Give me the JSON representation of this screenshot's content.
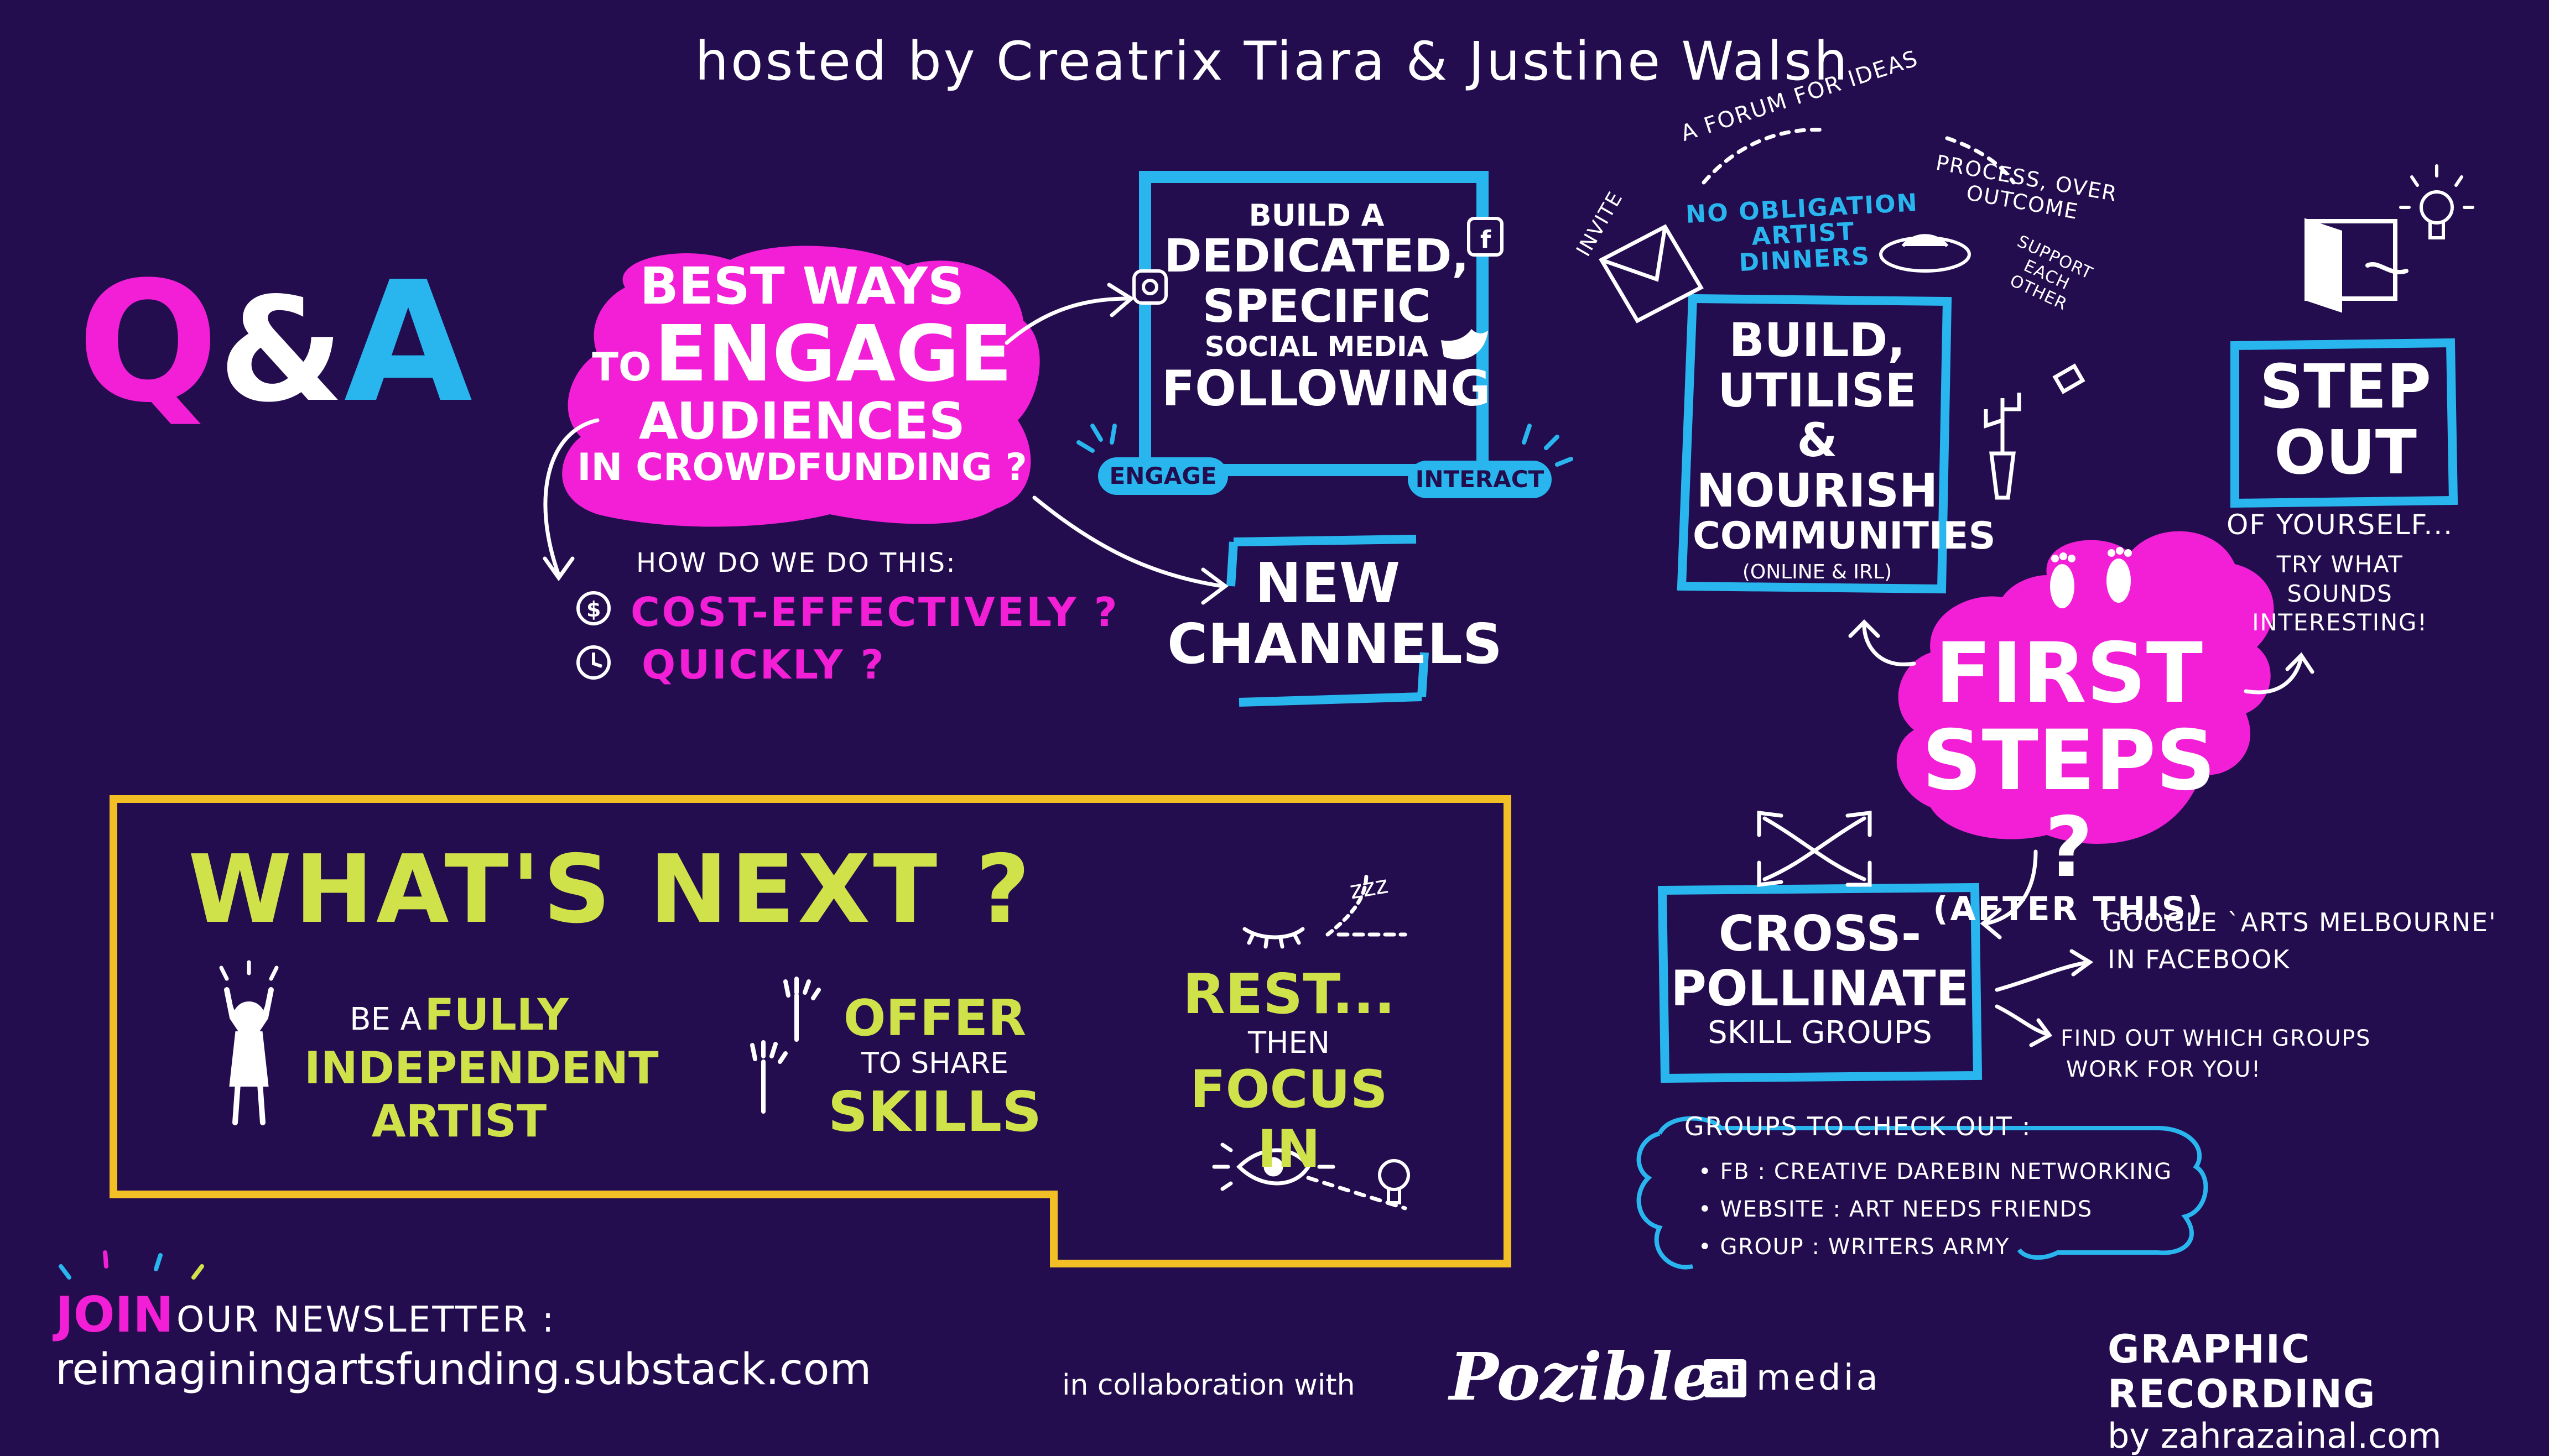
{
  "header": {
    "hosted": "hosted by Creatrix Tiara & Justine Walsh"
  },
  "qa": {
    "q": "Q",
    "amp": "&",
    "a": "A"
  },
  "engage_question": {
    "line1": "BEST WAYS",
    "line2_to": "TO",
    "line2_big": "ENGAGE",
    "line3": "AUDIENCES",
    "line4": "IN CROWDFUNDING ?"
  },
  "how": {
    "title": "HOW DO WE DO THIS:",
    "item1": "COST-EFFECTIVELY ?",
    "item2": "QUICKLY ?"
  },
  "social_box": {
    "line1": "BUILD A",
    "line2": "DEDICATED,",
    "line3": "SPECIFIC",
    "line4": "SOCIAL MEDIA",
    "line5": "FOLLOWING",
    "engage": "ENGAGE",
    "interact": "INTERACT"
  },
  "new_channels": {
    "line1": "NEW",
    "line2": "CHANNELS"
  },
  "community": {
    "forum": "A FORUM FOR IDEAS",
    "process": "PROCESS, OVER OUTCOME",
    "invite": "INVITE",
    "dinners_line1": "NO OBLIGATION",
    "dinners_line2": "ARTIST",
    "dinners_line3": "DINNERS",
    "support": "SUPPORT EACH OTHER",
    "box_line1": "BUILD,",
    "box_line2": "UTILISE &",
    "box_line3": "NOURISH",
    "box_line4": "COMMUNITIES",
    "box_line5": "(ONLINE & IRL)"
  },
  "step_out": {
    "line1": "STEP",
    "line2": "OUT",
    "line3": "OF YOURSELF...",
    "try1": "TRY WHAT",
    "try2": "SOUNDS",
    "try3": "INTERESTING!"
  },
  "first_steps": {
    "line1": "FIRST",
    "line2": "STEPS ?",
    "line3": "(AFTER THIS)"
  },
  "cross": {
    "line1": "CROSS-",
    "line2": "POLLINATE",
    "line3": "SKILL GROUPS",
    "google1": "GOOGLE `ARTS MELBOURNE'",
    "google2": "IN FACEBOOK",
    "find1": "FIND OUT WHICH GROUPS",
    "find2": "WORK FOR YOU!"
  },
  "groups": {
    "title": "GROUPS TO CHECK OUT :",
    "items": [
      "FB : CREATIVE DAREBIN NETWORKING",
      "WEBSITE : ART NEEDS FRIENDS",
      "GROUP : WRITERS ARMY"
    ]
  },
  "whats_next": {
    "title": "WHAT'S NEXT ?",
    "artist_line1a": "BE A",
    "artist_line1b": "FULLY",
    "artist_line2": "INDEPENDENT",
    "artist_line3": "ARTIST",
    "offer_line1": "OFFER",
    "offer_line2": "TO SHARE",
    "offer_line3": "SKILLS",
    "rest_line1": "REST...",
    "rest_line2": "THEN",
    "rest_line3": "FOCUS IN",
    "zzz": "zzz"
  },
  "footer": {
    "join": "JOIN",
    "newsletter": "OUR NEWSLETTER :",
    "url": "reimaginingartsfunding.substack.com",
    "collab": "in collaboration with",
    "pozible": "Pozible",
    "ai": "ai",
    "media": "media",
    "recording1": "GRAPHIC RECORDING",
    "recording2": "by zahrazainal.com"
  },
  "colors": {
    "background": "#230d4f",
    "magenta": "#f21fd6",
    "blue": "#29b6ee",
    "yellow": "#cfe24a",
    "gold": "#f2c024",
    "white": "#ffffff"
  }
}
